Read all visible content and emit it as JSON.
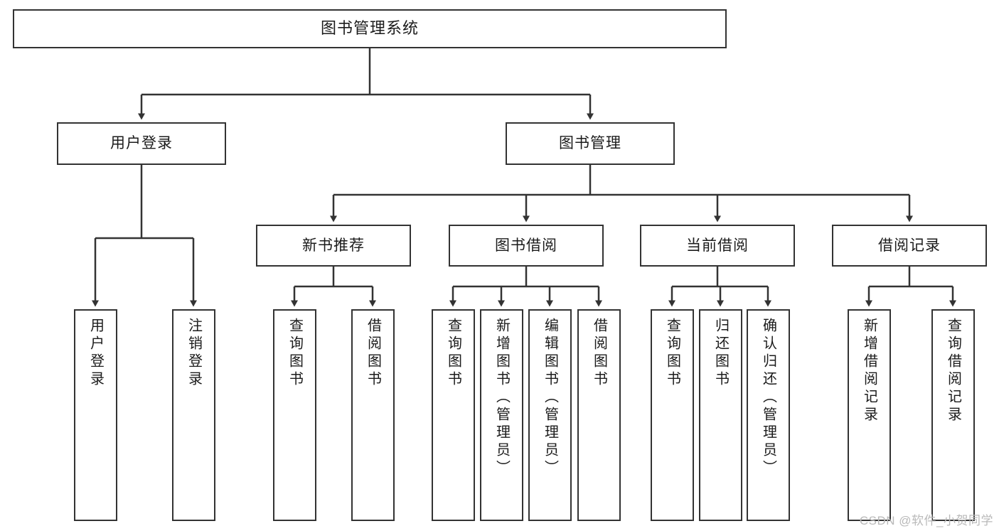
{
  "diagram": {
    "title": "图书管理系统",
    "type": "tree",
    "colors": {
      "border": "#333333",
      "fill": "#ffffff",
      "text": "#1b1b1b",
      "connector": "#333333",
      "watermark": "#b9b9b9"
    },
    "levels": {
      "root": {
        "label": "图书管理系统"
      },
      "level2": [
        {
          "label": "用户登录"
        },
        {
          "label": "图书管理"
        }
      ],
      "level3": [
        {
          "label": "新书推荐"
        },
        {
          "label": "图书借阅"
        },
        {
          "label": "当前借阅"
        },
        {
          "label": "借阅记录"
        }
      ],
      "leaves": {
        "user_login": [
          {
            "label": "用户登录"
          },
          {
            "label": "注销登录"
          }
        ],
        "new_book_recommend": [
          {
            "label": "查询图书"
          },
          {
            "label": "借阅图书"
          }
        ],
        "book_borrow": [
          {
            "label": "查询图书"
          },
          {
            "label": "新增图书（管理员）"
          },
          {
            "label": "编辑图书（管理员）"
          },
          {
            "label": "借阅图书"
          }
        ],
        "current_borrow": [
          {
            "label": "查询图书"
          },
          {
            "label": "归还图书"
          },
          {
            "label": "确认归还（管理员）"
          }
        ],
        "borrow_record": [
          {
            "label": "新增借阅记录"
          },
          {
            "label": "查询借阅记录"
          }
        ]
      }
    }
  },
  "watermark": {
    "text": "CSDN @软件_小贺同学"
  }
}
